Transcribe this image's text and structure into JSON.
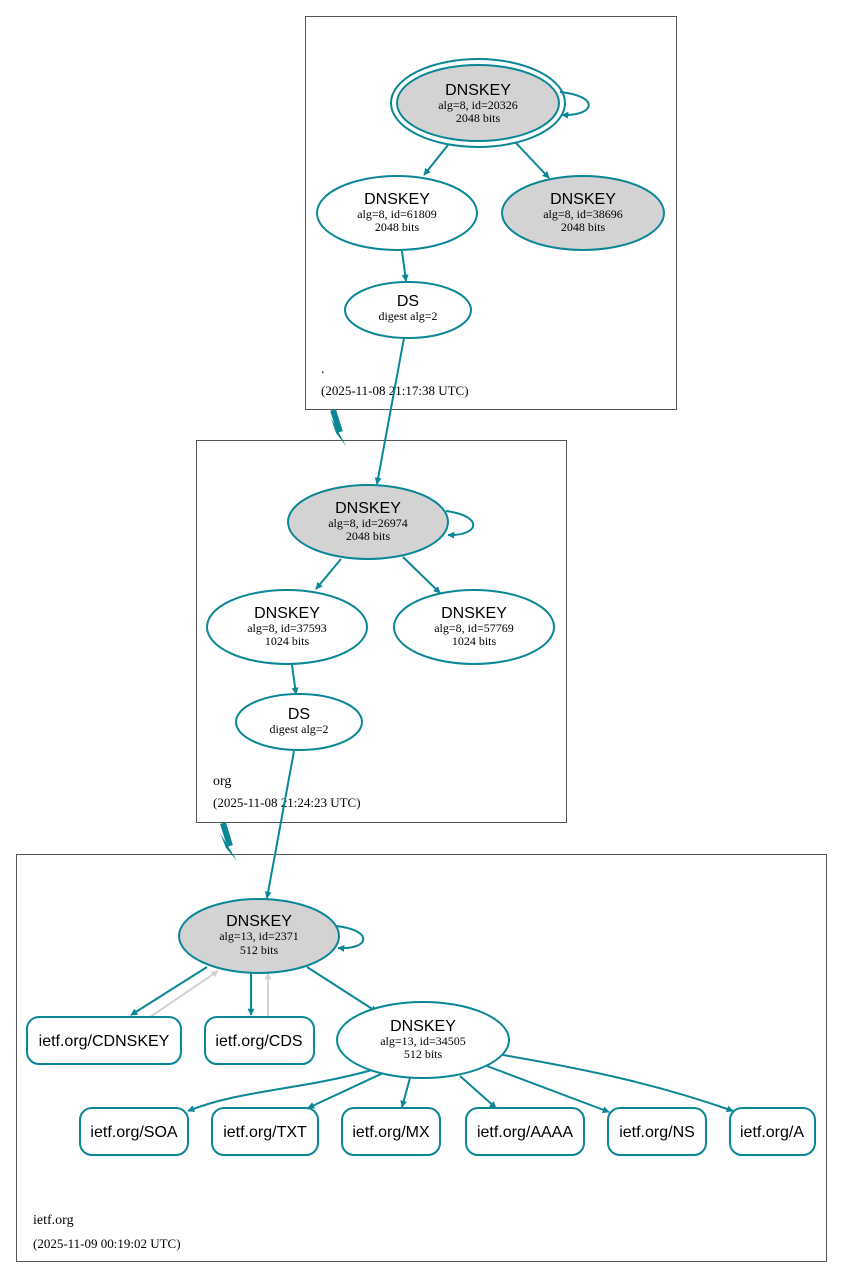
{
  "colors": {
    "edge": "#0a8696",
    "edge_gray": "#d3d3d3",
    "node_fill_ksk": "#d3d3d3",
    "node_fill": "#ffffff",
    "zone_border": "#555555"
  },
  "zones": [
    {
      "name": ".",
      "timestamp": "(2025-11-08 21:17:38 UTC)",
      "nodes": [
        {
          "type": "DNSKEY",
          "line1": "alg=8, id=20326",
          "line2": "2048 bits"
        },
        {
          "type": "DNSKEY",
          "line1": "alg=8, id=61809",
          "line2": "2048 bits"
        },
        {
          "type": "DNSKEY",
          "line1": "alg=8, id=38696",
          "line2": "2048 bits"
        },
        {
          "type": "DS",
          "line1": "digest alg=2"
        }
      ]
    },
    {
      "name": "org",
      "timestamp": "(2025-11-08 21:24:23 UTC)",
      "nodes": [
        {
          "type": "DNSKEY",
          "line1": "alg=8, id=26974",
          "line2": "2048 bits"
        },
        {
          "type": "DNSKEY",
          "line1": "alg=8, id=37593",
          "line2": "1024 bits"
        },
        {
          "type": "DNSKEY",
          "line1": "alg=8, id=57769",
          "line2": "1024 bits"
        },
        {
          "type": "DS",
          "line1": "digest alg=2"
        }
      ]
    },
    {
      "name": "ietf.org",
      "timestamp": "(2025-11-09 00:19:02 UTC)",
      "nodes": [
        {
          "type": "DNSKEY",
          "line1": "alg=13, id=2371",
          "line2": "512 bits"
        },
        {
          "type": "DNSKEY",
          "line1": "alg=13, id=34505",
          "line2": "512 bits"
        }
      ],
      "records": [
        "ietf.org/CDNSKEY",
        "ietf.org/CDS",
        "ietf.org/SOA",
        "ietf.org/TXT",
        "ietf.org/MX",
        "ietf.org/AAAA",
        "ietf.org/NS",
        "ietf.org/A"
      ]
    }
  ]
}
